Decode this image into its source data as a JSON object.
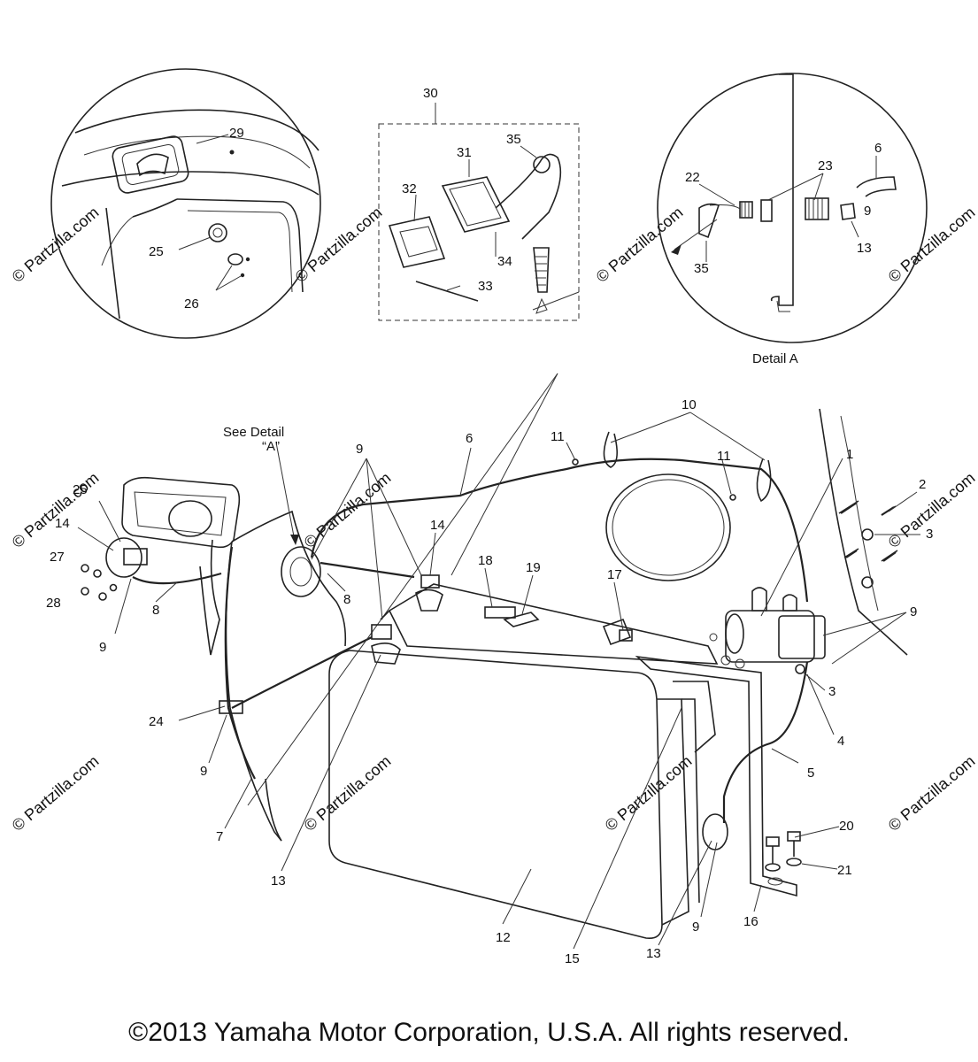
{
  "watermark": "© Partzilla.com",
  "copyright": "©2013 Yamaha Motor Corporation, U.S.A. All rights reserved.",
  "labels": {
    "detail_a_caption": "Detail A",
    "see_detail_line1": "See Detail",
    "see_detail_line2": "“A”"
  },
  "callouts": {
    "c1": "1",
    "c2": "2",
    "c3a": "3",
    "c3b": "3",
    "c4": "4",
    "c5": "5",
    "c6a": "6",
    "c6b": "6",
    "c7": "7",
    "c8a": "8",
    "c8b": "8",
    "c9a": "9",
    "c9b": "9",
    "c9c": "9",
    "c9d": "9",
    "c9e": "9",
    "c9f": "9",
    "c10": "10",
    "c11a": "11",
    "c11b": "11",
    "c12": "12",
    "c13a": "13",
    "c13b": "13",
    "c13c": "13",
    "c14a": "14",
    "c14b": "14",
    "c15": "15",
    "c16": "16",
    "c17": "17",
    "c18": "18",
    "c19": "19",
    "c20": "20",
    "c21": "21",
    "c22": "22",
    "c23": "23",
    "c24": "24",
    "c25a": "25",
    "c25b": "25",
    "c26": "26",
    "c27": "27",
    "c28": "28",
    "c29": "29",
    "c30": "30",
    "c31": "31",
    "c32": "32",
    "c33": "33",
    "c34": "34",
    "c35a": "35",
    "c35b": "35"
  }
}
